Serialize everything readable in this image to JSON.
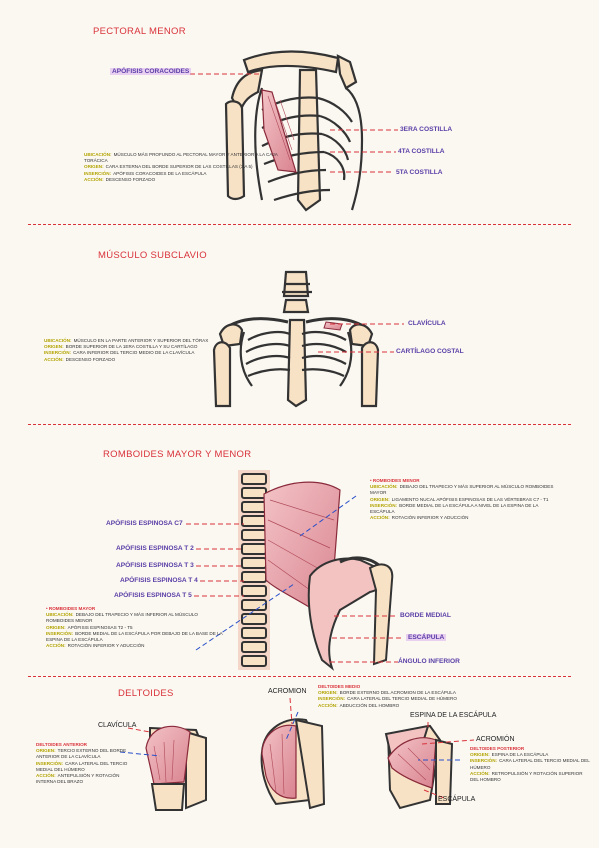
{
  "pectoral": {
    "title": "PECTORAL MENOR",
    "label_coracoides": "APÓFISIS CORACOIDES",
    "label_rib3": "3ERA COSTILLA",
    "label_rib4": "4TA COSTILLA",
    "label_rib5": "5TA COSTILLA",
    "info": [
      {
        "k": "UBICACIÓN:",
        "v": "MÚSCULO MÁS PROFUNDO AL PECTORAL MAYOR Y ANTERIOR A LA CAJA TORÁCICA"
      },
      {
        "k": "ORIGEN:",
        "v": "CARA EXTERNA DEL BORDE SUPERIOR DE LAS COSTILLAS (3 A 5)"
      },
      {
        "k": "INSERCIÓN:",
        "v": "APÓFISIS CORACOIDES DE LA ESCÁPULA"
      },
      {
        "k": "ACCIÓN:",
        "v": "DESCENSO FORZADO"
      }
    ]
  },
  "subclavio": {
    "title": "MÚSCULO SUBCLAVIO",
    "label_clavicula": "CLAVÍCULA",
    "label_cartilago": "CARTÍLAGO COSTAL",
    "info": [
      {
        "k": "UBICACIÓN:",
        "v": "MÚSCULO EN LA PARTE ANTERIOR Y SUPERIOR DEL TÓRAX"
      },
      {
        "k": "ORIGEN:",
        "v": "BORDE SUPERIOR DE LA 1ERA COSTILLA Y SU CARTÍLAGO"
      },
      {
        "k": "INSERCIÓN:",
        "v": "CARA INFERIOR DEL TERCIO MEDIO DE LA CLAVÍCULA"
      },
      {
        "k": "ACCIÓN:",
        "v": "DESCENSO FORZADO"
      }
    ]
  },
  "romboides": {
    "title": "ROMBOIDES MAYOR Y MENOR",
    "label_c7": "APÓFISIS ESPINOSA C7",
    "label_t2": "APÓFISIS ESPINOSA T 2",
    "label_t3": "APÓFISIS ESPINOSA T 3",
    "label_t4": "APÓFISIS ESPINOSA T 4",
    "label_t5": "APÓFISIS ESPINOSA T 5",
    "label_borde": "BORDE MEDIAL",
    "label_escapula": "ESCÁPULA",
    "label_angulo": "ÁNGULO INFERIOR",
    "menor_head": "• ROMBOIDES MENOR",
    "menor_info": [
      {
        "k": "UBICACIÓN:",
        "v": "DEBAJO DEL TRAPECIO Y MÁS SUPERIOR AL MÚSCULO ROMBOIDES MAYOR"
      },
      {
        "k": "ORIGEN:",
        "v": "LIGAMENTO NUCAL APÓFISIS ESPINOSAS DE LAS VÉRTEBRAS C7 - T1"
      },
      {
        "k": "INSERCIÓN:",
        "v": "BORDE MEDIAL DE LA ESCÁPULA A NIVEL DE LA ESPINA DE LA ESCÁPULA"
      },
      {
        "k": "ACCIÓN:",
        "v": "ROTACIÓN INFERIOR Y ADUCCIÓN"
      }
    ],
    "mayor_head": "• ROMBOIDES MAYOR",
    "mayor_info": [
      {
        "k": "UBICACIÓN:",
        "v": "DEBAJO DEL TRAPECIO Y MÁS INFERIOR AL MÚSCULO ROMBOIDES MENOR"
      },
      {
        "k": "ORIGEN:",
        "v": "APÓFISIS ESPINOSAS T2 - T5"
      },
      {
        "k": "INSERCIÓN:",
        "v": "BORDE MEDIAL DE LA ESCÁPULA POR DEBAJO DE LA BASE DE LA ESPINA DE LA ESCÁPULA"
      },
      {
        "k": "ACCIÓN:",
        "v": "ROTACIÓN INFERIOR Y ADUCCIÓN"
      }
    ]
  },
  "deltoides": {
    "title": "DELTOIDES",
    "label_clavicula": "CLAVÍCULA",
    "label_acromion_top": "ACROMION",
    "label_espina": "ESPINA DE LA ESCÁPULA",
    "label_acromion_right": "ACROMIÓN",
    "label_escapula": "ESCÁPULA",
    "anterior_head": "DELTOIDES ANTERIOR",
    "anterior_info": [
      {
        "k": "ORIGEN:",
        "v": "TERCIO EXTERNO DEL BORDE ANTERIOR DE LA CLAVÍCULA"
      },
      {
        "k": "INSERCIÓN:",
        "v": "CARA LATERAL DEL TERCIO MEDIAL DEL HÚMERO"
      },
      {
        "k": "ACCIÓN:",
        "v": "ANTEPULSIÓN Y ROTACIÓN INTERNA DEL BRAZO"
      }
    ],
    "medio_head": "DELTOIDES MEDIO",
    "medio_info": [
      {
        "k": "ORIGEN:",
        "v": "BORDE EXTERNO DEL ACROMION DE LA ESCÁPULA"
      },
      {
        "k": "INSERCIÓN:",
        "v": "CARA LATERAL DEL TERCIO MEDIAL DE HÚMERO"
      },
      {
        "k": "ACCIÓN:",
        "v": "ABDUCCIÓN DEL HOMBRO"
      }
    ],
    "posterior_head": "DELTOIDES POSTERIOR",
    "posterior_info": [
      {
        "k": "ORIGEN:",
        "v": "ESPINA DE LA ESCÁPULA"
      },
      {
        "k": "INSERCIÓN:",
        "v": "CARA LATERAL DEL TERCIO MEDIAL DEL HÚMERO"
      },
      {
        "k": "ACCIÓN:",
        "v": "RETROPULSIÓN Y ROTACIÓN SUPERIOR DEL HOMBRO"
      }
    ]
  },
  "colors": {
    "accent": "#d9323a",
    "label": "#5a3ea6",
    "key": "#b2a300",
    "bone": "#f7e2c6",
    "muscle": "#e8a0a8",
    "guide": "#2a50c8"
  }
}
